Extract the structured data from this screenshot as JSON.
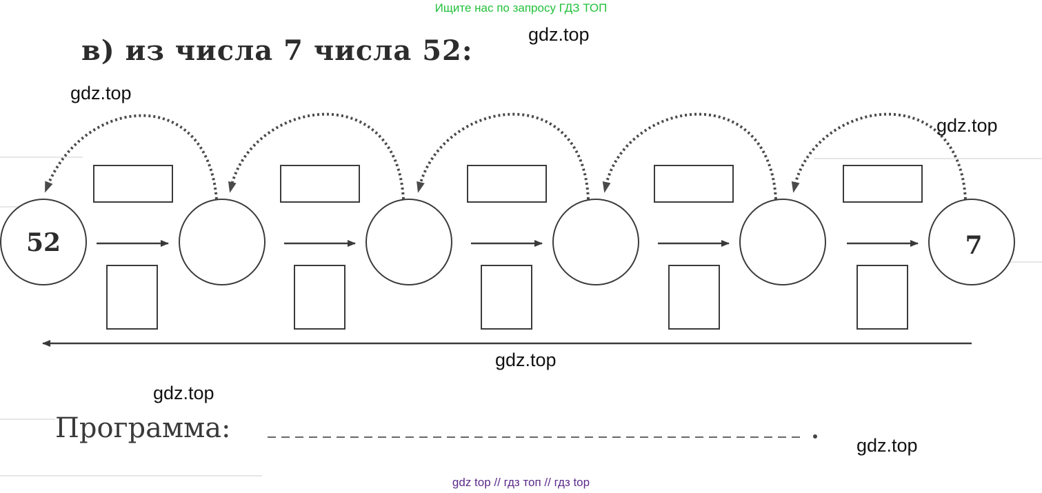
{
  "banner": "Ищите нас по запросу ГДЗ ТОП",
  "task": {
    "title": "в)  из числа 7 числа 52:"
  },
  "diagram": {
    "start_value": "52",
    "end_value": "7",
    "circle_count": 6,
    "step_count": 5
  },
  "program": {
    "label": "Программа:"
  },
  "watermarks": [
    "gdz.top",
    "gdz.top",
    "gdz.top",
    "gdz.top",
    "gdz.top",
    "gdz.top"
  ],
  "footer": "gdz top  //  гдз топ  //  гдз top"
}
